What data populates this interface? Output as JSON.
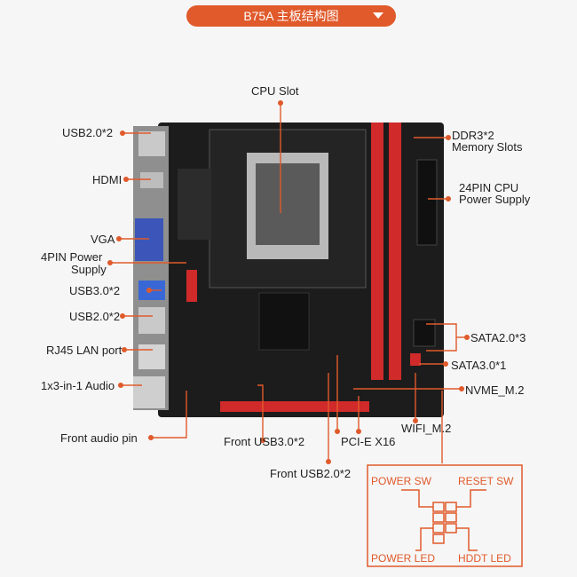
{
  "header": {
    "title": "B75A 主板结构图"
  },
  "labels": {
    "cpu_slot": "CPU Slot",
    "usb20_top": "USB2.0*2",
    "hdmi": "HDMI",
    "vga": "VGA",
    "pin4_power_1": "4PIN Power",
    "pin4_power_2": "Supply",
    "usb30": "USB3.0*2",
    "usb20_mid": "USB2.0*2",
    "rj45": "RJ45 LAN port",
    "audio": "1x3-in-1 Audio",
    "front_audio": "Front audio pin",
    "ddr3_1": "DDR3*2",
    "ddr3_2": "Memory Slots",
    "pin24_1": "24PIN CPU",
    "pin24_2": "Power Supply",
    "sata2": "SATA2.0*3",
    "sata3": "SATA3.0*1",
    "nvme": "NVME_M.2",
    "wifi": "WIFI_M.2",
    "front_usb30": "Front USB3.0*2",
    "pcie": "PCI-E X16",
    "front_usb20": "Front USB2.0*2"
  },
  "panel": {
    "power_sw": "POWER SW",
    "reset_sw": "RESET SW",
    "power_led": "POWER LED",
    "hddt_led": "HDDT LED"
  },
  "colors": {
    "accent": "#e05a2b",
    "board": "#1e1e1e",
    "ram": "#d02a2a"
  }
}
